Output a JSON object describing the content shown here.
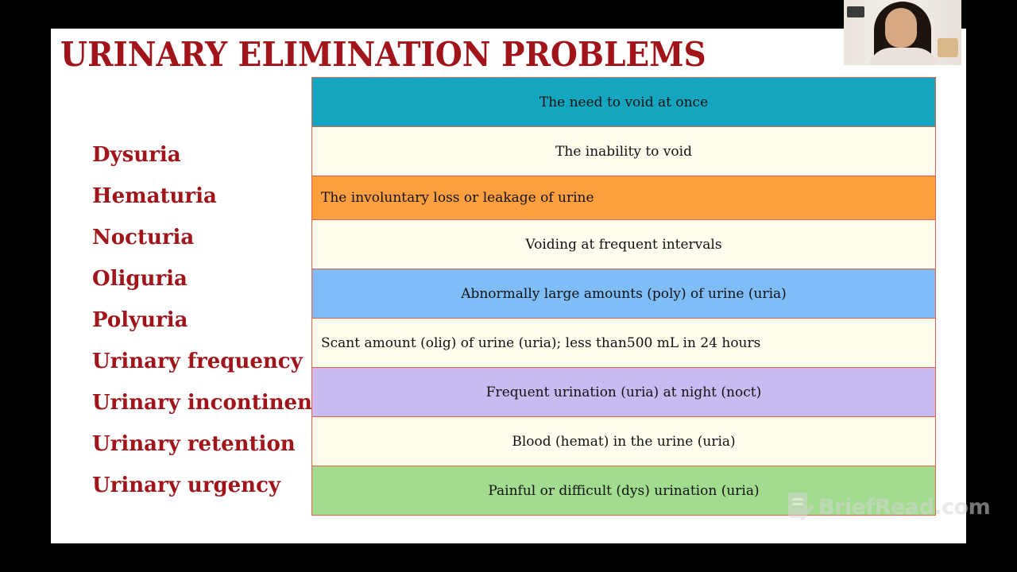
{
  "slide": {
    "title": "URINARY ELIMINATION PROBLEMS",
    "terms": [
      "Dysuria",
      "Hematuria",
      "Nocturia",
      "Oliguria",
      "Polyuria",
      "Urinary frequency",
      "Urinary incontinence",
      "Urinary retention",
      "Urinary urgency"
    ],
    "definitions": [
      {
        "text": "The need to void at once",
        "color": "#14a6be",
        "align": "center"
      },
      {
        "text": "The inability to void",
        "color": "#fefdee",
        "align": "center"
      },
      {
        "text": "The involuntary loss or leakage of urine",
        "color": "#ffa040",
        "align": "left"
      },
      {
        "text": "Voiding at frequent intervals",
        "color": "#fefdee",
        "align": "center"
      },
      {
        "text": "Abnormally large amounts (poly) of urine (uria)",
        "color": "#7ebdf7",
        "align": "center"
      },
      {
        "text": "Scant amount (olig) of urine (uria); less than500 mL in 24 hours",
        "color": "#fefdee",
        "align": "left"
      },
      {
        "text": "Frequent urination (uria) at night (noct)",
        "color": "#c9baf1",
        "align": "center"
      },
      {
        "text": "Blood (hemat) in the urine (uria)",
        "color": "#fefdee",
        "align": "center"
      },
      {
        "text": "Painful or difficult (dys) urination (uria)",
        "color": "#a2dc8e",
        "align": "center"
      }
    ]
  },
  "watermark": {
    "icon": "document-check-icon",
    "text": "BriefRead.com"
  },
  "webcam": {
    "icon": "presenter-video-icon"
  },
  "colors": {
    "title": "#a0141a",
    "border": "#e0614a",
    "background": "#000000"
  }
}
